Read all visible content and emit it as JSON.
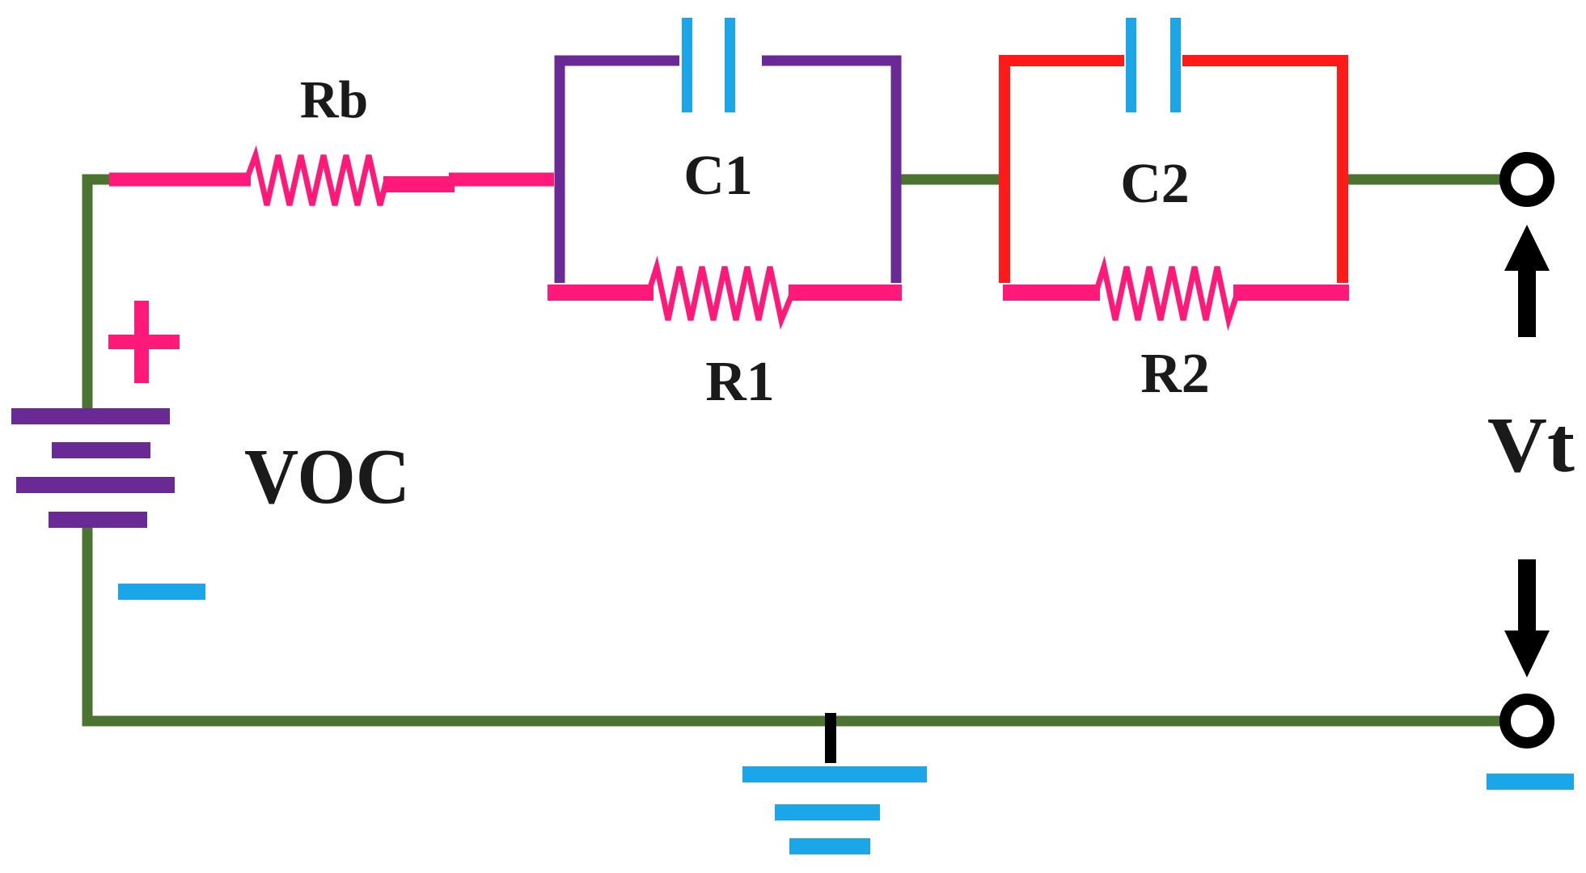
{
  "labels": {
    "rb": "Rb",
    "c1": "C1",
    "r1": "R1",
    "c2": "C2",
    "r2": "R2",
    "voc": "VOC",
    "vt": "Vt"
  },
  "colors": {
    "wire": "#4c7430",
    "resistor": "#ff1a7a",
    "capacitor": "#1aa6e8",
    "rc1_box": "#6a2a96",
    "rc2_box": "#ff1a1a",
    "battery": "#6a2a96",
    "plus_sign": "#ff1a7a",
    "minus_sign": "#1aa6e8",
    "ground": "#1aa6e8",
    "terminal": "#000000",
    "arrow": "#000000"
  },
  "icons": {
    "battery": "battery-icon",
    "ground": "ground-icon",
    "terminal": "terminal-node-icon",
    "resistor": "resistor-icon",
    "capacitor": "capacitor-icon"
  }
}
